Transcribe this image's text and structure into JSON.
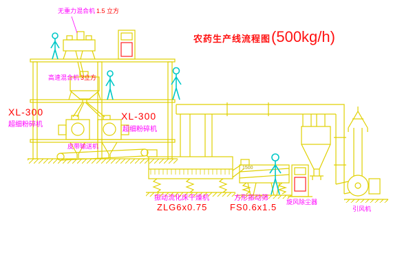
{
  "title": {
    "name": "农药生产线流程图",
    "capacity": "(500kg/h)"
  },
  "equipment": {
    "gravity_mixer": {
      "name": "无重力混合机",
      "spec": "1.5 立方"
    },
    "high_speed_mixer": {
      "name": "高速混合机",
      "spec": "3立方"
    },
    "pulverizer_left": {
      "model": "XL-300",
      "name": "超细粉碎机"
    },
    "pulverizer_right": {
      "model": "XL-300",
      "name": "超细粉碎机"
    },
    "belt_conveyor": {
      "name": "皮带输送机"
    },
    "dryer": {
      "name": "振动流化床干燥机",
      "model": "ZLG6x0.75"
    },
    "screen": {
      "name": "方形振动筛",
      "model": "FS0.6x1.5"
    },
    "cyclone": {
      "name": "旋风除尘器"
    },
    "fan": {
      "name": "引风机"
    }
  },
  "dimensions": {
    "screen_length": "1500"
  },
  "colors": {
    "line": "#e8d800",
    "figure": "#00c8c8",
    "label": "#ff00ff",
    "model": "#ff0000",
    "title": "#ff1010",
    "background": "#ffffff"
  }
}
